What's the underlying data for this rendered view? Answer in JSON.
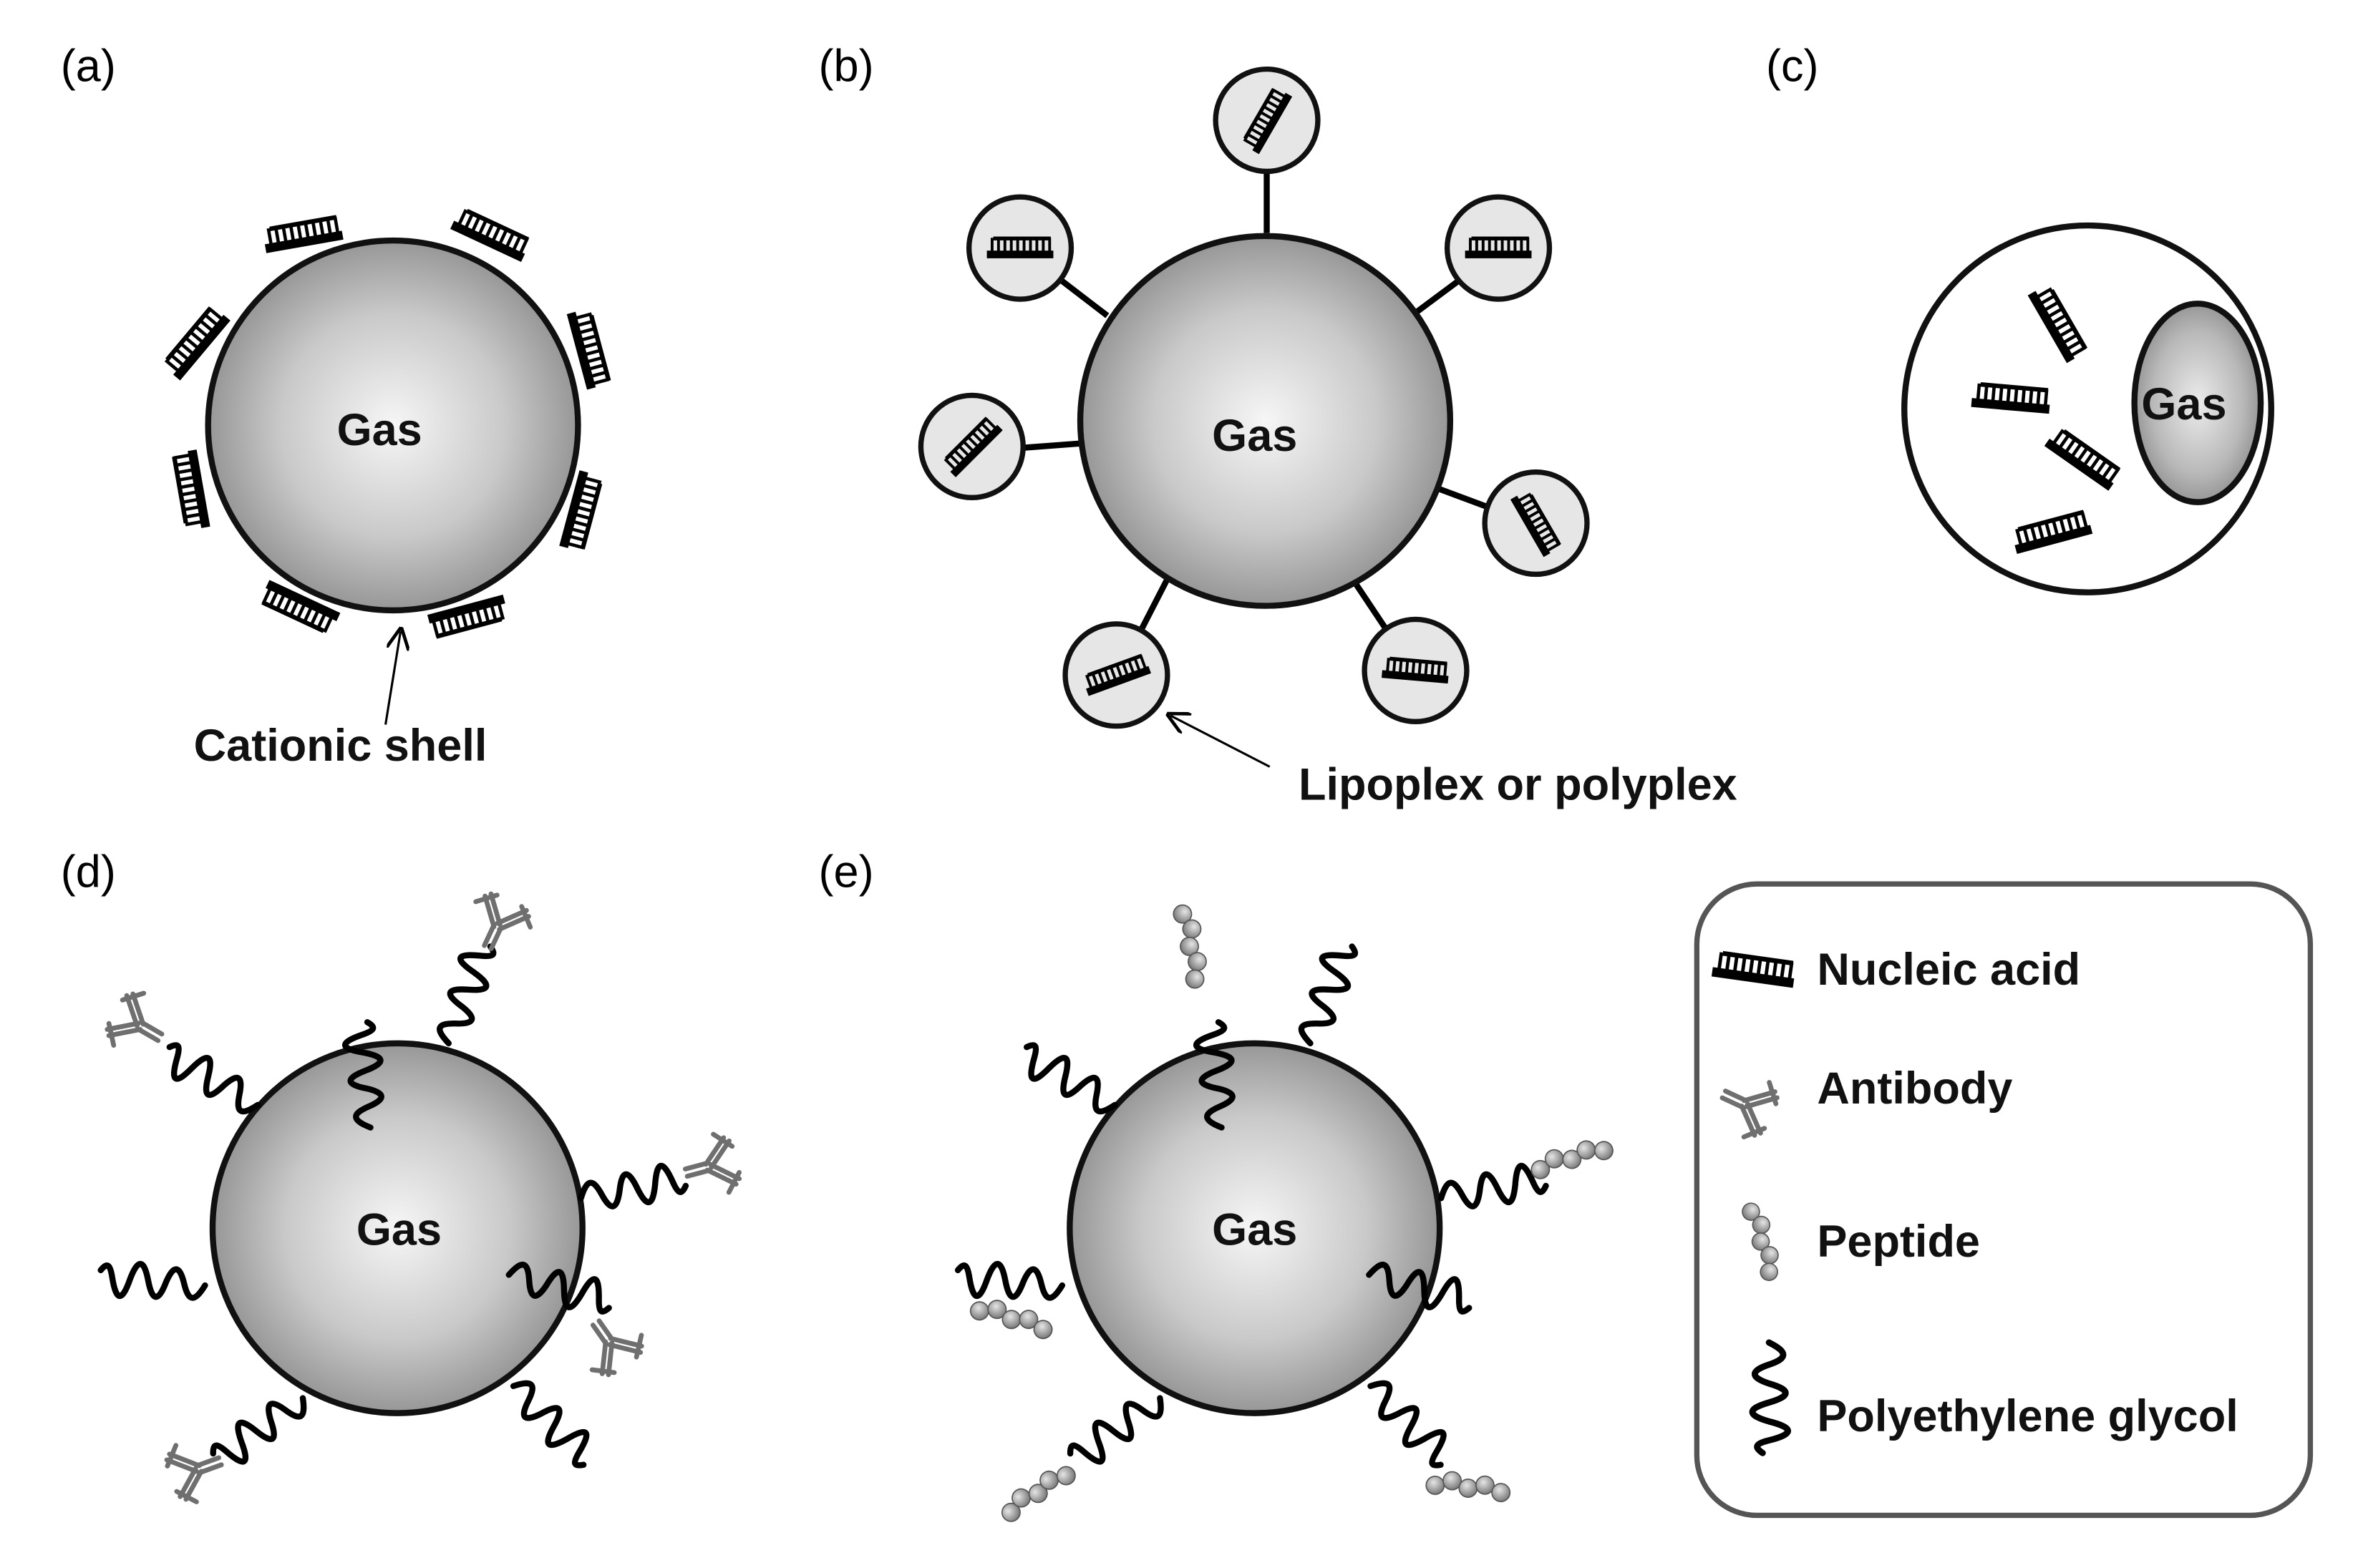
{
  "panels": {
    "a": {
      "label": "(a)",
      "gas": "Gas",
      "annotation": "Cationic shell"
    },
    "b": {
      "label": "(b)",
      "gas": "Gas",
      "annotation": "Lipoplex or polyplex"
    },
    "c": {
      "label": "(c)",
      "gas": "Gas"
    },
    "d": {
      "label": "(d)",
      "gas": "Gas"
    },
    "e": {
      "label": "(e)",
      "gas": "Gas"
    }
  },
  "legend": {
    "items": [
      {
        "label": "Nucleic acid",
        "icon": "nucleic-acid-icon"
      },
      {
        "label": "Antibody",
        "icon": "antibody-icon"
      },
      {
        "label": "Peptide",
        "icon": "peptide-icon"
      },
      {
        "label": "Polyethylene glycol",
        "icon": "peg-icon"
      }
    ]
  },
  "colors": {
    "bubble_light": "#f4f4f4",
    "bubble_dark": "#8c8c8c",
    "antibody": "#6f6f6f",
    "peptide": "#9a9a9a",
    "lipoplex_fill": "#e6e6e6",
    "outline": "#000000"
  }
}
